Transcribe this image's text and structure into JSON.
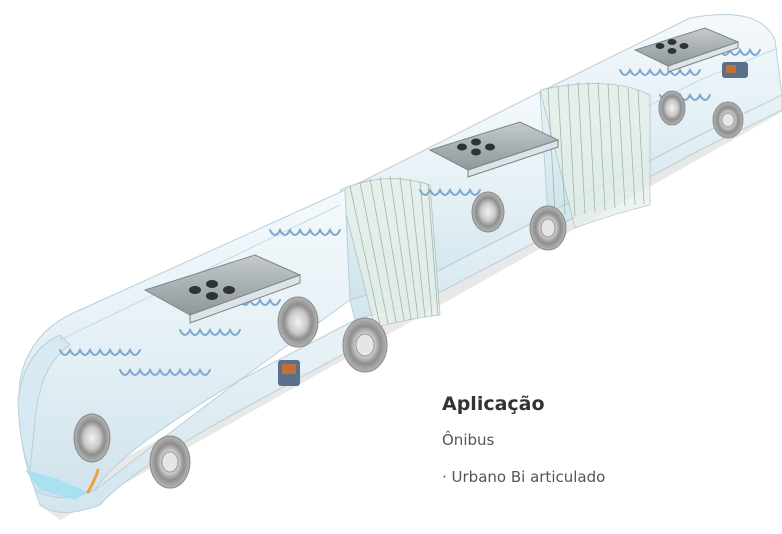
{
  "caption": {
    "title": "Aplicação",
    "subtitle": "Ônibus",
    "item": "· Urbano Bi articulado"
  },
  "illustration": {
    "subject": "articulated bus with roof air-conditioning units",
    "body_color": "#dfeef5",
    "airflow_color": "#7ea8cf",
    "unit_color": "#9aa3a8",
    "accent_color": "#f0a040"
  }
}
